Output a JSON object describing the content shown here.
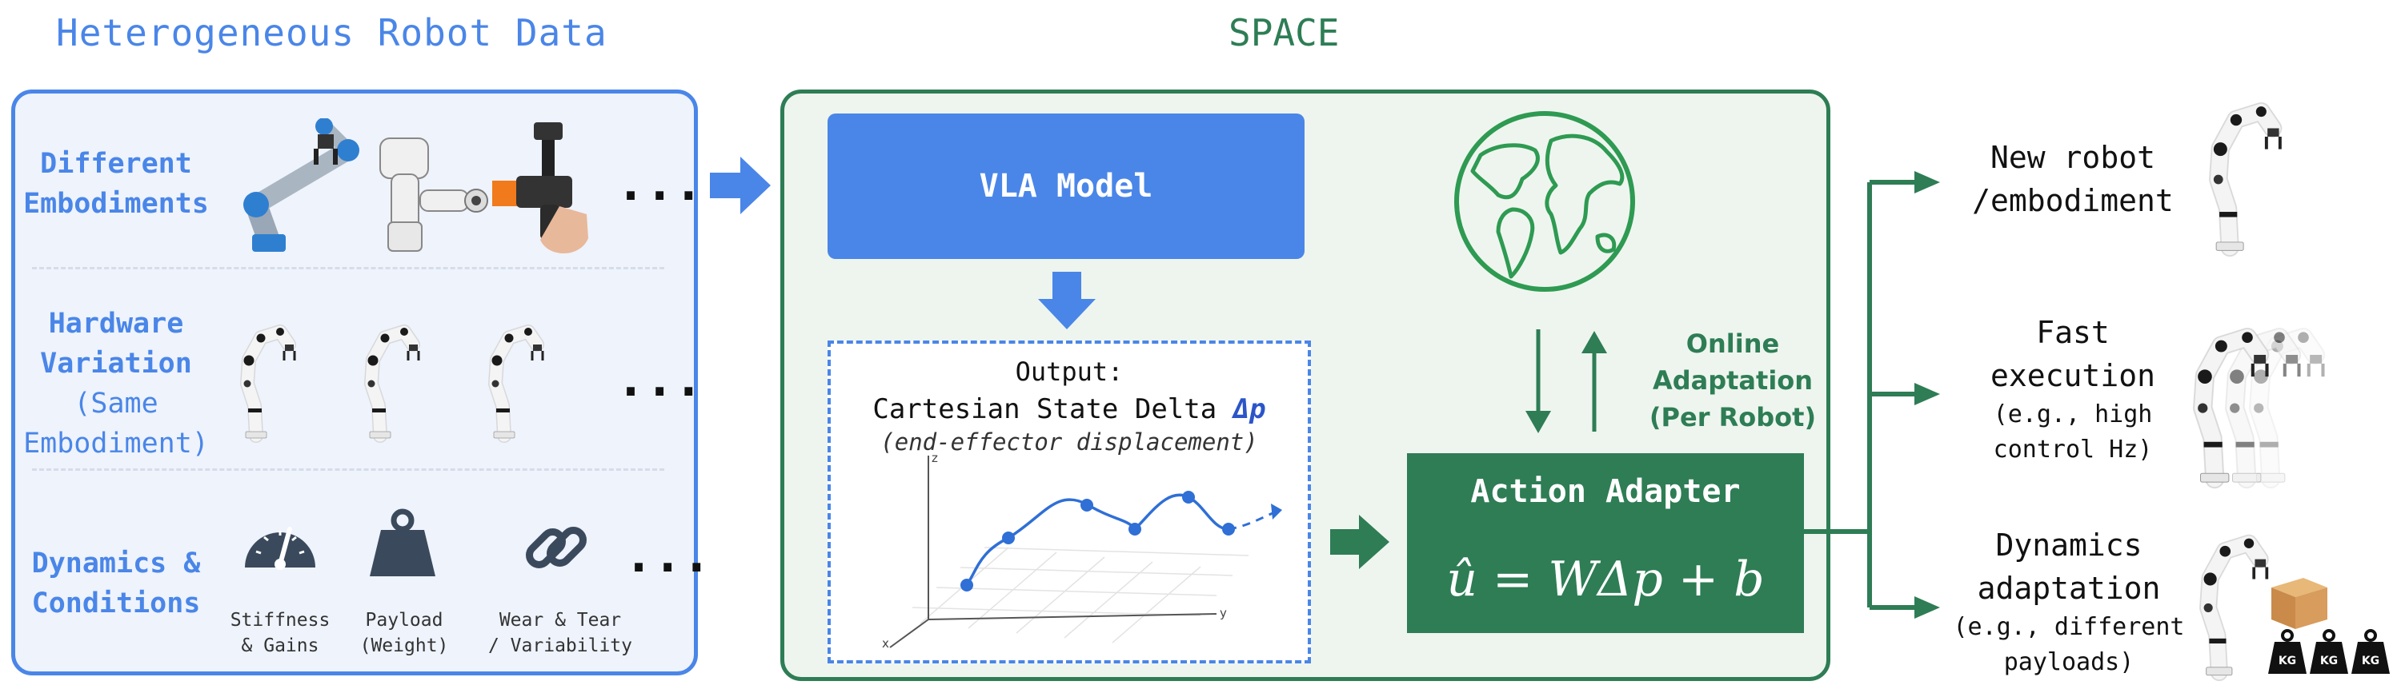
{
  "left": {
    "title": "Heterogeneous Robot Data",
    "rows": [
      {
        "label_lines": [
          "Different",
          "Embodiments"
        ]
      },
      {
        "label_lines": [
          "Hardware",
          "Variation"
        ],
        "sub_lines": [
          "(Same",
          "Embodiment)"
        ]
      },
      {
        "label_lines": [
          "Dynamics &",
          "Conditions"
        ]
      }
    ],
    "ellipsis": "...",
    "conditions": [
      {
        "icon": "gauge-icon",
        "caption_lines": [
          "Stiffness",
          "& Gains"
        ]
      },
      {
        "icon": "weight-icon",
        "caption_lines": [
          "Payload",
          "(Weight)"
        ]
      },
      {
        "icon": "chain-link-icon",
        "caption_lines": [
          "Wear & Tear",
          "/ Variability"
        ]
      }
    ]
  },
  "space": {
    "title": "SPACE",
    "vla_label": "VLA Model",
    "output": {
      "line1": "Output:",
      "line2": "Cartesian State Delta",
      "delta_symbol": "Δp",
      "line3": "(end-effector displacement)",
      "axes": {
        "x": "x",
        "y": "y",
        "z": "z"
      }
    },
    "adapter_title": "Action Adapter",
    "adapter_equation": "û = WΔp + b",
    "online_lines": [
      "Online",
      "Adaptation",
      "(Per Robot)"
    ]
  },
  "outcomes": [
    {
      "lines": [
        "New robot",
        "/embodiment"
      ],
      "sub_lines": []
    },
    {
      "lines": [
        "Fast",
        "execution"
      ],
      "sub_lines": [
        "(e.g., high",
        "control Hz)"
      ]
    },
    {
      "lines": [
        "Dynamics",
        "adaptation"
      ],
      "sub_lines": [
        "(e.g., different",
        "payloads)"
      ]
    }
  ],
  "payload_labels": [
    "KG",
    "KG",
    "KG"
  ],
  "colors": {
    "blue": "#4a86e8",
    "green": "#2e7d55",
    "left_bg": "#eef3fc",
    "space_bg": "#eef5ee"
  }
}
